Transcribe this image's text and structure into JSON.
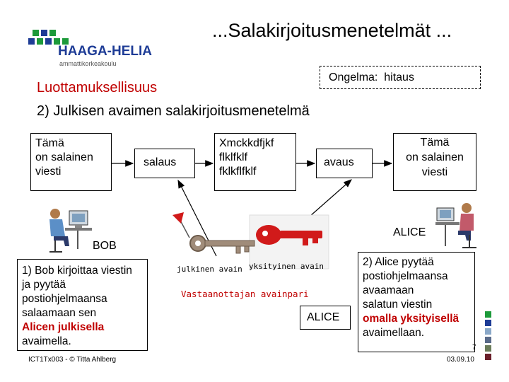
{
  "header": {
    "title": "...Salakirjoitusmenetelmät ...",
    "logo_name": "HAAGA-HELIA",
    "logo_sub": "ammattikorkeakoulu"
  },
  "subtitle": "Luottamuksellisuus",
  "problem_box": "Ongelma:  hitaus",
  "heading": "2) Julkisen avaimen salakirjoitusmenetelmä",
  "flow": {
    "plain_left": [
      "Tämä",
      "on salainen",
      "viesti"
    ],
    "encrypt": "salaus",
    "cipher": [
      "Xmckkdfjkf",
      "flklfklf",
      "fklkflfklf"
    ],
    "decrypt": "avaus",
    "plain_right": [
      "Tämä",
      "on salainen",
      "viesti"
    ]
  },
  "bob": {
    "name": "BOB",
    "text1": [
      "1) Bob kirjoittaa viestin",
      "ja pyytää",
      "postiohjelmaansa",
      "salaamaan sen"
    ],
    "text_red": "Alicen julkisella",
    "text2": "avaimella."
  },
  "alice": {
    "name_top": "ALICE",
    "name_box": "ALICE",
    "text1": [
      "2) Alice pyytää",
      "postiohjelmaansa",
      "avaamaan",
      "salatun viestin"
    ],
    "text_red": "omalla yksityisellä",
    "text2": "avaimellaan."
  },
  "keys": {
    "public_label": "julkinen avain",
    "private_label": "yksityinen avain",
    "pair_label": "Vastaanottajan avainpari"
  },
  "footer": {
    "left": "ICT1Tx003 - © Titta Ahlberg",
    "page": "7",
    "date": "03.09.10"
  },
  "colors": {
    "logo_green": "#1d9a3a",
    "logo_blue": "#1e3c96",
    "accent_red": "#c00000",
    "key_red": "#d11a1a",
    "key_grey": "#a08c7a"
  }
}
